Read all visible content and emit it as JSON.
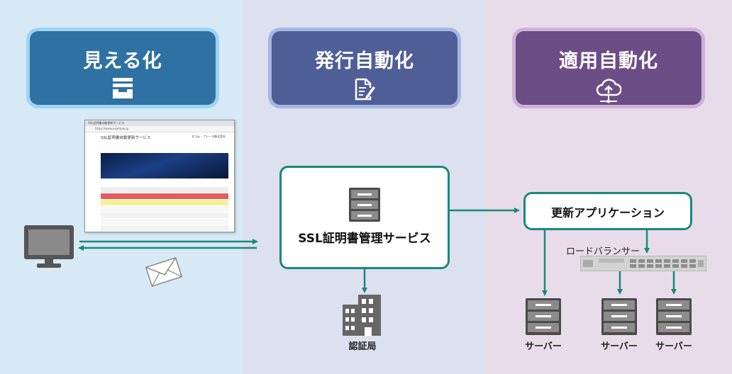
{
  "columns": [
    {
      "title": "見える化",
      "icon": "inbox-tray-icon"
    },
    {
      "title": "発行自動化",
      "icon": "document-edit-icon"
    },
    {
      "title": "適用自動化",
      "icon": "cloud-upload-icon"
    }
  ],
  "browser": {
    "tab": "SSL証明書自動更新サービス",
    "url": "https://www.example.jp",
    "page_title": "SSL証明書自動更新サービス",
    "company": "セコム・ブレース株式会社"
  },
  "ssl_service": {
    "label": "SSL証明書管理サービス"
  },
  "ca": {
    "label": "認証局"
  },
  "update_app": {
    "label": "更新アプリケーション"
  },
  "load_balancer": {
    "label": "ロードバランサー"
  },
  "servers": [
    {
      "label": "サーバー"
    },
    {
      "label": "サーバー"
    },
    {
      "label": "サーバー"
    }
  ],
  "colors": {
    "col1_bg": "#d6e9f5",
    "col2_bg": "#dde0ee",
    "col3_bg": "#e9dcea",
    "header1": "#2f71a3",
    "header2": "#4f5e97",
    "header3": "#6c4d86",
    "accent": "#178a7c"
  }
}
